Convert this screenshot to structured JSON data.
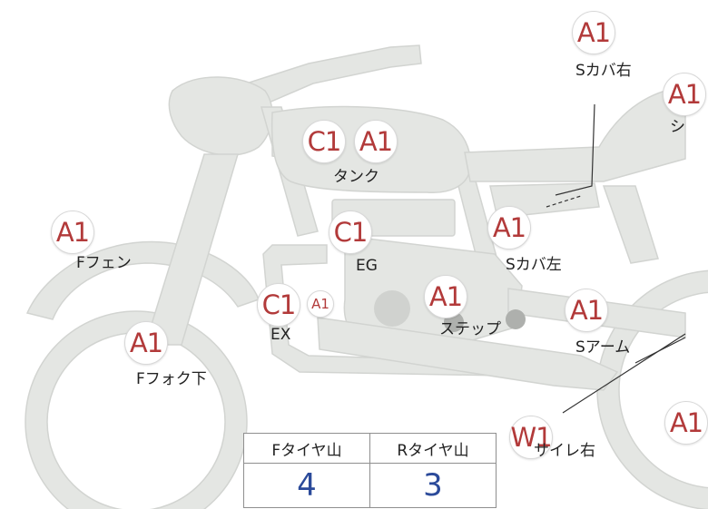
{
  "colors": {
    "badge_text": "#b23a3a",
    "value_text": "#2b4a9a",
    "shape_fill": "#e4e6e3",
    "line": "#333333"
  },
  "badges": [
    {
      "id": "sc-right-a1",
      "code": "A1"
    },
    {
      "id": "seat-a1",
      "code": "A1"
    },
    {
      "id": "tank-c1",
      "code": "C1"
    },
    {
      "id": "tank-a1",
      "code": "A1"
    },
    {
      "id": "ffender-a1",
      "code": "A1"
    },
    {
      "id": "eg-c1",
      "code": "C1"
    },
    {
      "id": "sc-left-a1",
      "code": "A1"
    },
    {
      "id": "ex-c1",
      "code": "C1"
    },
    {
      "id": "ex-a1-small",
      "code": "A1"
    },
    {
      "id": "step-a1",
      "code": "A1"
    },
    {
      "id": "sarm-a1",
      "code": "A1"
    },
    {
      "id": "ffork-a1",
      "code": "A1"
    },
    {
      "id": "sile-right-w1",
      "code": "W1"
    },
    {
      "id": "rwheel-a1",
      "code": "A1"
    }
  ],
  "labels": {
    "sc_right": "Sカバ右",
    "seat": "シ",
    "tank": "タンク",
    "ffender": "Fフェン",
    "eg": "EG",
    "sc_left": "Sカバ左",
    "ex": "EX",
    "step": "ステップ",
    "sarm": "Sアーム",
    "ffork": "Fフォク下",
    "sile_right": "サイレ右"
  },
  "tire_table": {
    "headers": [
      "Fタイヤ山",
      "Rタイヤ山"
    ],
    "values": [
      "4",
      "3"
    ]
  }
}
